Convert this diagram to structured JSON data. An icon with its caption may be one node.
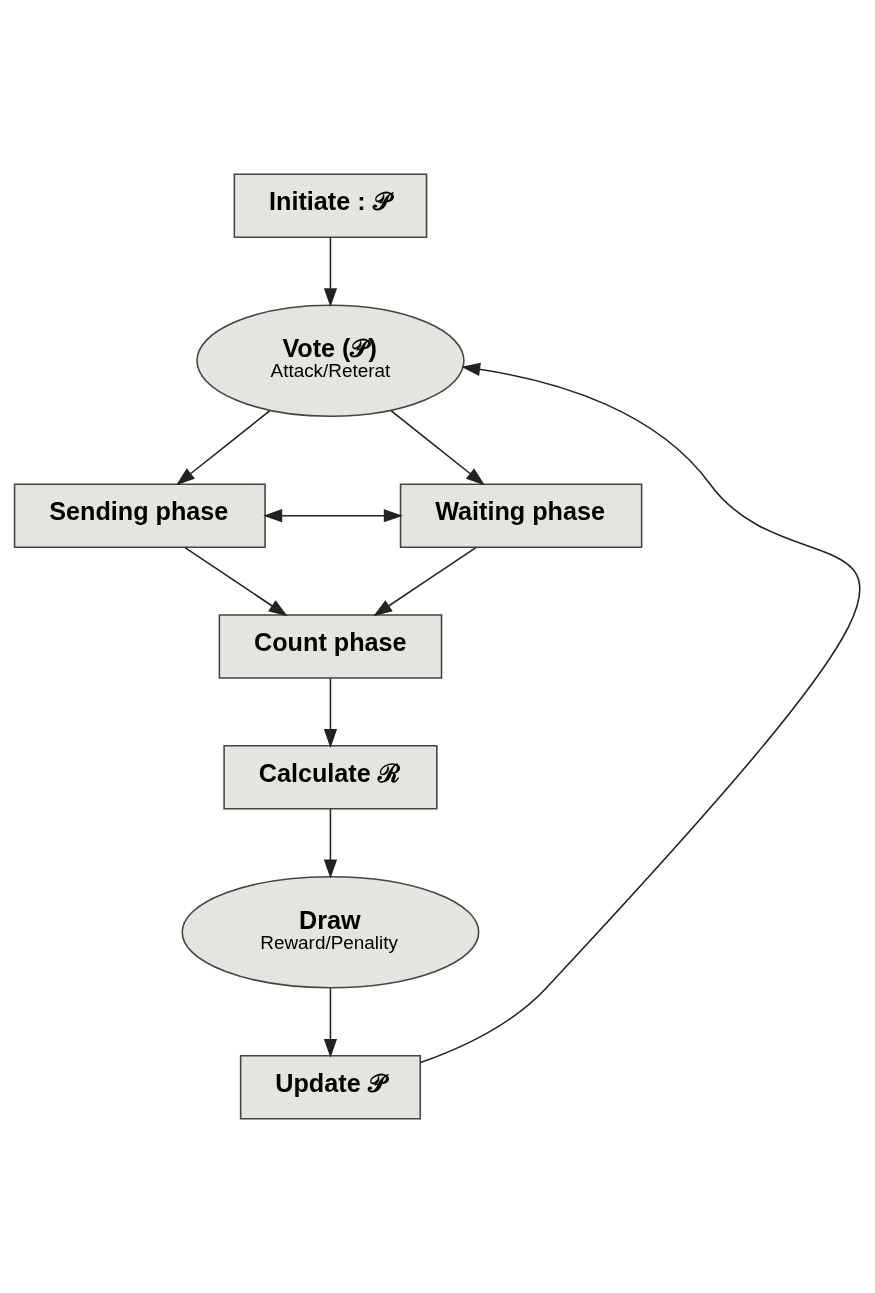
{
  "diagram": {
    "nodes": [
      {
        "text": [
          "Initiate : 𝒫"
        ]
      },
      {
        "text": [
          "Vote (𝒫)",
          "Attack/Reterat"
        ]
      },
      {
        "text": [
          "Sending phase"
        ]
      },
      {
        "text": [
          "Waiting phase"
        ]
      },
      {
        "text": [
          "Count phase"
        ]
      },
      {
        "text": [
          "Calculate ℛ"
        ]
      },
      {
        "text": [
          "Draw",
          "Reward/Penality"
        ]
      },
      {
        "text": [
          "Update 𝒫"
        ]
      }
    ],
    "edges": [
      {
        "from": 0,
        "to": 1,
        "arrow": "to"
      },
      {
        "from": 1,
        "to": 2,
        "arrow": "to"
      },
      {
        "from": 1,
        "to": 3,
        "arrow": "to"
      },
      {
        "from": 2,
        "to": 3,
        "arrow": "both"
      },
      {
        "from": 2,
        "to": 4,
        "arrow": "to"
      },
      {
        "from": 3,
        "to": 4,
        "arrow": "to"
      },
      {
        "from": 4,
        "to": 5,
        "arrow": "to"
      },
      {
        "from": 5,
        "to": 6,
        "arrow": "to"
      },
      {
        "from": 6,
        "to": 7,
        "arrow": "to"
      },
      {
        "from": 7,
        "to": 1,
        "arrow": "to"
      }
    ]
  }
}
